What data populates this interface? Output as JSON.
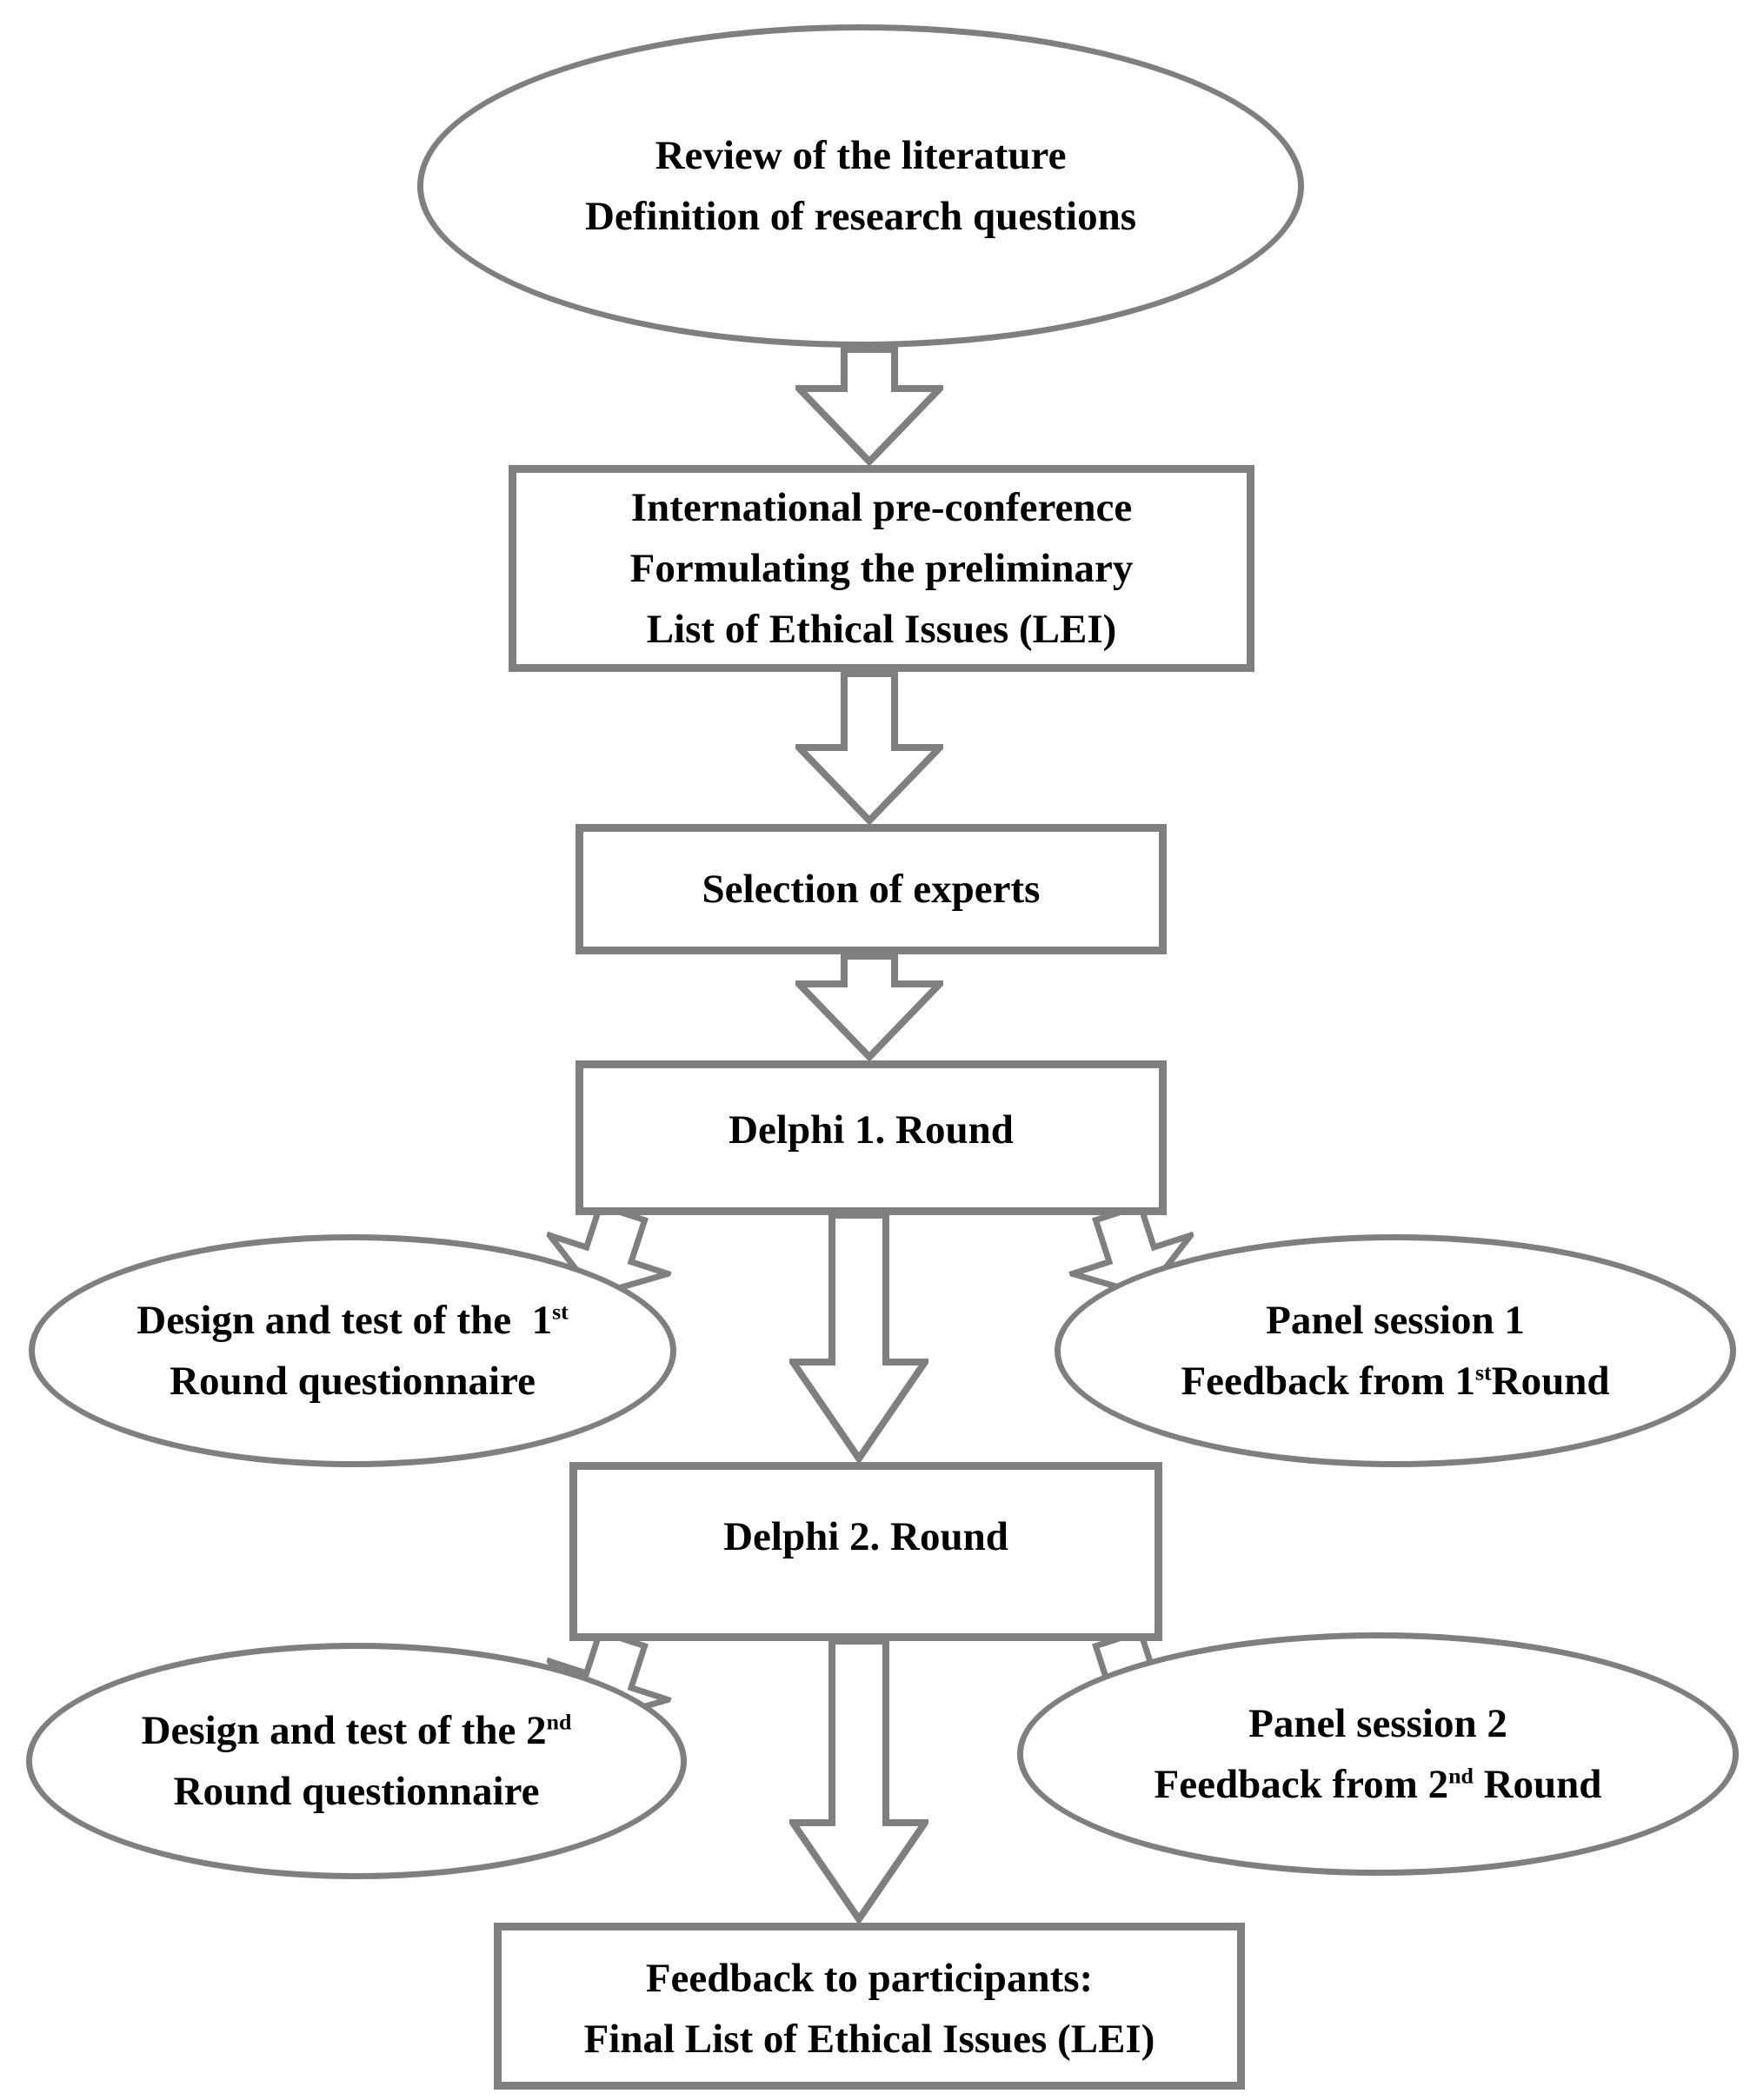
{
  "diagram": {
    "background": "#ffffff",
    "shape_border_color": "#7f7f7f",
    "text_color": "#000000",
    "nodes": {
      "review": {
        "line1": "Review of the literature",
        "line2": "Definition of research questions"
      },
      "preconference": {
        "line1": "International pre-conference",
        "line2": "Formulating the preliminary",
        "line3": "List of Ethical Issues (LEI)"
      },
      "selection": {
        "label": "Selection of experts"
      },
      "delphi1": {
        "label": "Delphi 1. Round"
      },
      "design1": {
        "line1_main": "Design and test of the  1",
        "line1_sup": "st",
        "line2": "Round questionnaire"
      },
      "panel1": {
        "line1": "Panel session 1",
        "line2_main": "Feedback from 1",
        "line2_sup": "st",
        "line2_tail": "Round"
      },
      "delphi2": {
        "label": "Delphi 2. Round"
      },
      "design2": {
        "line1_main": "Design and test of the 2",
        "line1_sup": "nd",
        "line2": "Round questionnaire"
      },
      "panel2": {
        "line1": "Panel session 2",
        "line2_main": "Feedback from 2",
        "line2_sup": "nd",
        "line2_tail": " Round"
      },
      "final": {
        "line1": "Feedback to participants:",
        "line2": "Final List of Ethical Issues (LEI)"
      }
    }
  }
}
